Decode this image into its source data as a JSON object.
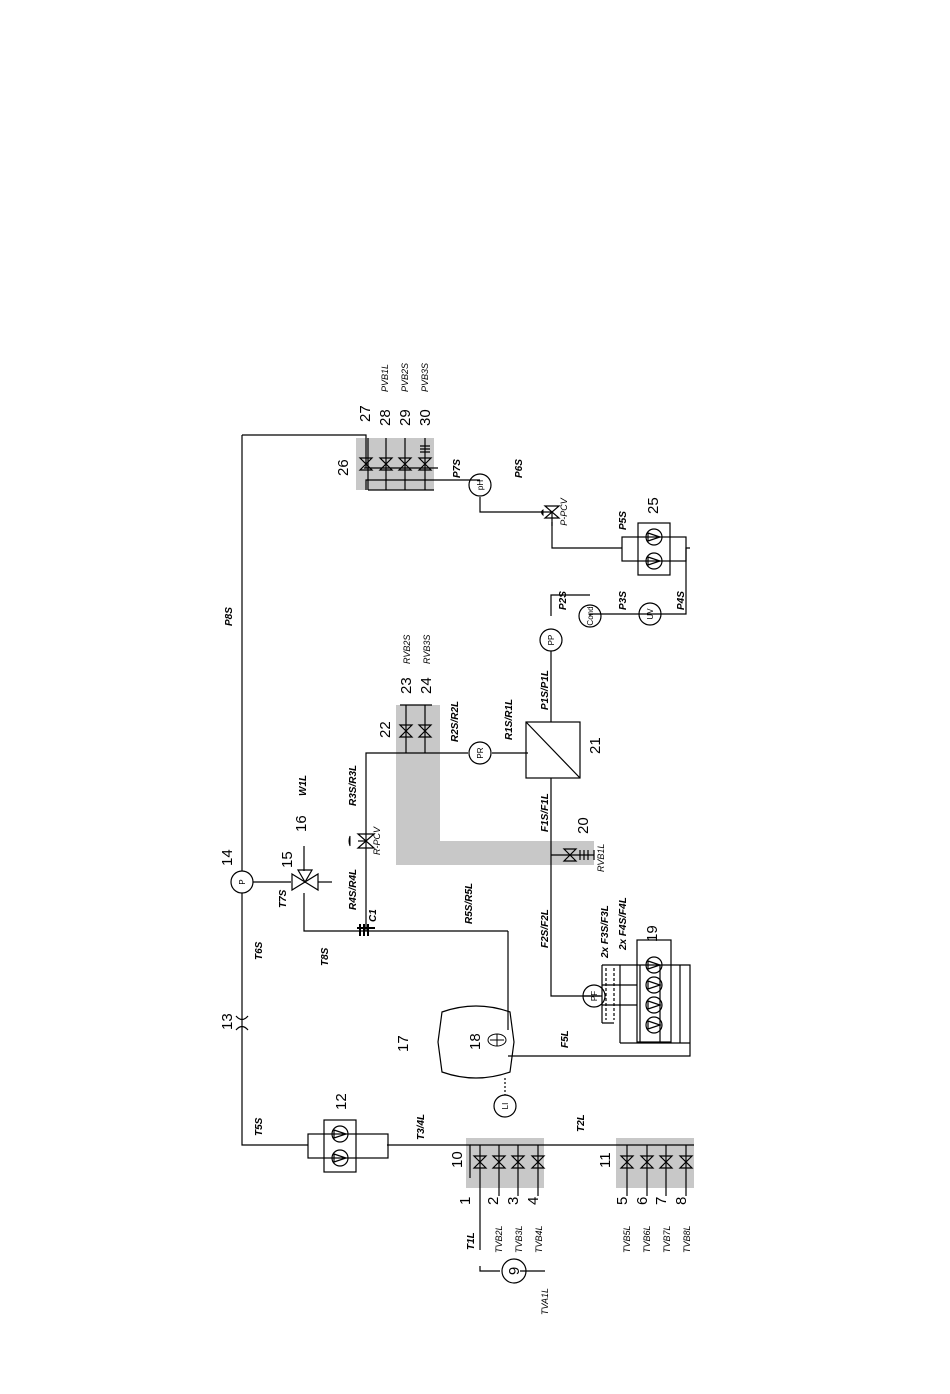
{
  "numbers": {
    "n1": "1",
    "n2": "2",
    "n3": "3",
    "n4": "4",
    "n5": "5",
    "n6": "6",
    "n7": "7",
    "n8": "8",
    "n9": "9",
    "n10": "10",
    "n11": "11",
    "n12": "12",
    "n13": "13",
    "n14": "14",
    "n15": "15",
    "n16": "16",
    "n17": "17",
    "n18": "18",
    "n19": "19",
    "n20": "20",
    "n21": "21",
    "n22": "22",
    "n23": "23",
    "n24": "24",
    "n25": "25",
    "n26": "26",
    "n27": "27",
    "n28": "28",
    "n29": "29",
    "n30": "30"
  },
  "labels": {
    "t1l": "T1L",
    "tvb2l": "TVB2L",
    "tvb3l": "TVB3L",
    "tvb4l": "TVB4L",
    "tva1l": "TVA1L",
    "tvb5l": "TVB5L",
    "tvb6l": "TVB6L",
    "tvb7l": "TVB7L",
    "tvb8l": "TVB8L",
    "t2l": "T2L",
    "t34l": "T3/4L",
    "t5s": "T5S",
    "t6s": "T6S",
    "t7s": "T7S",
    "t8s": "T8S",
    "p8s": "P8S",
    "w1l": "W1L",
    "r4sr4l": "R4S/R4L",
    "r3sr3l": "R3S/R3L",
    "r5sr5l": "R5S/R5L",
    "r2sr2l": "R2S/R2L",
    "r1sr1l": "R1S/R1L",
    "p1sp1l": "P1S/P1L",
    "p2s": "P2S",
    "p3s": "P3S",
    "p4s": "P4S",
    "p5s": "P5S",
    "p6s": "P6S",
    "p7s": "P7S",
    "f1sf1l": "F1S/F1L",
    "f2sf2l": "F2S/F2L",
    "f3sf3l": "2x F3S/F3L",
    "f4sf4l": "2x F4S/F4L",
    "f5l": "F5L",
    "rvb1l": "RVB1L",
    "rvb2s": "RVB2S",
    "rvb3s": "RVB3S",
    "pvb1l": "PVB1L",
    "pvb2s": "PVB2S",
    "pvb3s": "PVB3S",
    "c1": "C1"
  },
  "instruments": {
    "p": "P",
    "pf": "PF",
    "pr": "PR",
    "pp": "PP",
    "ph": "pH",
    "cond": "Cond",
    "uv": "UV",
    "li": "LI",
    "r_pcv": "R-PCV",
    "p_pcv": "P-PCV"
  }
}
